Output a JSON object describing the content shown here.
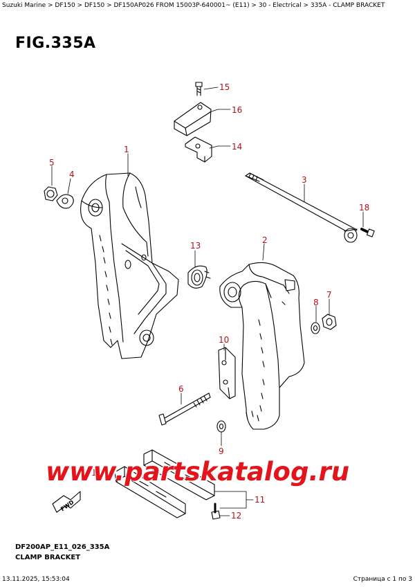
{
  "breadcrumb": "Suzuki Marine > DF150 > DF150 > DF150AP026 FROM 15003P-640001~ (E11) > 30 - Electrical > 335A - CLAMP BRACKET",
  "figure_title": "FIG.335A",
  "callouts": {
    "c1": "1",
    "c2": "2",
    "c3": "3",
    "c4": "4",
    "c5": "5",
    "c6": "6",
    "c7": "7",
    "c8": "8",
    "c9": "9",
    "c10": "10",
    "c11": "11",
    "c12": "12",
    "c13": "13",
    "c14": "14",
    "c15": "15",
    "c16": "16",
    "c17": "17",
    "c18": "18"
  },
  "fwd_label": "FWD",
  "watermark": "www.partskatalog.ru",
  "diagram_code": "DF200AP_E11_026_335A",
  "caption": "CLAMP BRACKET",
  "footer": {
    "timestamp": "13.11.2025, 15:53:04",
    "page": "Страница с 1 по 3"
  },
  "colors": {
    "callout": "#b0121b",
    "watermark": "#e3141c",
    "line": "#000000"
  }
}
